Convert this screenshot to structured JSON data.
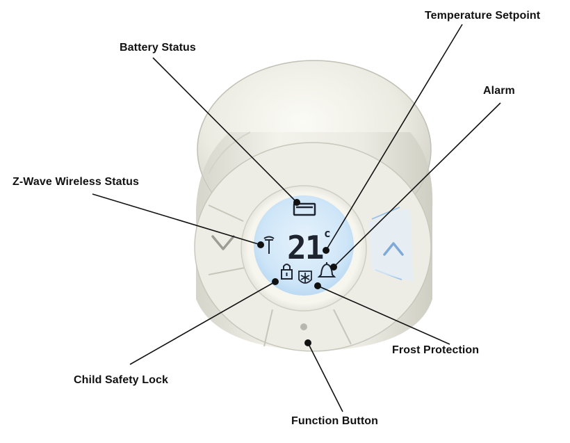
{
  "diagram": {
    "callouts": {
      "temperature_setpoint": "Temperature Setpoint",
      "battery_status": "Battery Status",
      "alarm": "Alarm",
      "zwave_status": "Z-Wave Wireless Status",
      "frost_protection": "Frost Protection",
      "child_safety_lock": "Child Safety Lock",
      "function_button": "Function Button"
    },
    "display": {
      "temperature_digits": "21",
      "temperature_unit": "c"
    },
    "icons": {
      "battery": "battery-icon",
      "antenna": "antenna-icon",
      "lock": "lock-icon",
      "frost": "snowflake-shield-icon",
      "alarm": "bell-icon",
      "down": "chevron-down-icon",
      "up": "chevron-up-icon",
      "function_button": "function-button-dot-icon"
    },
    "colors": {
      "device_body": "#ecebe3",
      "lcd_background": "#cfe6f8",
      "lcd_segments": "#1e2530",
      "leader_lines": "#111111",
      "up_button_glow": "#9cc4ea"
    }
  }
}
